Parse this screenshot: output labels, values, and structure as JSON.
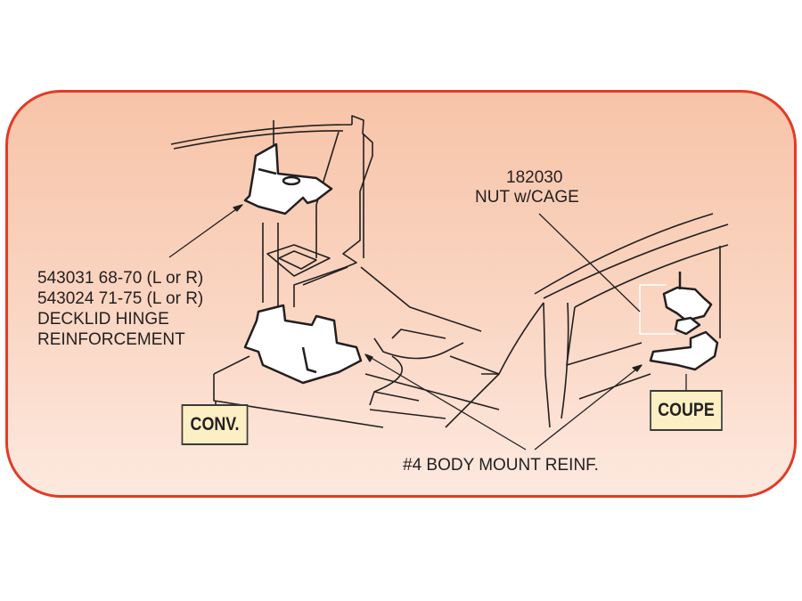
{
  "labels": {
    "hinge_line1": "543031  68-70 (L or R)",
    "hinge_line2": "543024  71-75 (L or R)",
    "hinge_line3": "DECKLID HINGE",
    "hinge_line4": "REINFORCEMENT",
    "nut_part": "182030",
    "nut_name": "NUT w/CAGE",
    "body_mount": "#4 BODY MOUNT REINF."
  },
  "tags": {
    "conv": "CONV.",
    "coupe": "COUPE"
  },
  "colors": {
    "border": "#e23b26",
    "panel_top": "#f7c4a8",
    "panel_bottom": "#fde9df",
    "tag_fill": "#fcefc4"
  }
}
